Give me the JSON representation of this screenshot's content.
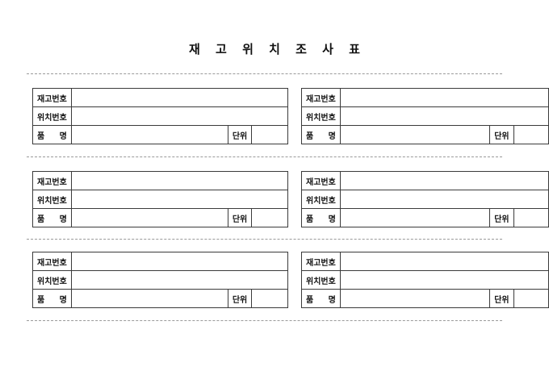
{
  "document": {
    "title": "재 고 위 치 조 사 표",
    "page_background": "#ffffff",
    "border_color": "#3b3b3b",
    "separator_color": "#9a9a9a"
  },
  "labels": {
    "stock_number": "재고번호",
    "location_number": "위치번호",
    "item_name": "품  명",
    "unit": "단위"
  },
  "records": [
    {
      "id": "record-1-left",
      "stock_number_value": "",
      "location_number_value": "",
      "item_name_value": "",
      "unit_value": ""
    },
    {
      "id": "record-1-right",
      "stock_number_value": "",
      "location_number_value": "",
      "item_name_value": "",
      "unit_value": ""
    },
    {
      "id": "record-2-left",
      "stock_number_value": "",
      "location_number_value": "",
      "item_name_value": "",
      "unit_value": ""
    },
    {
      "id": "record-2-right",
      "stock_number_value": "",
      "location_number_value": "",
      "item_name_value": "",
      "unit_value": ""
    },
    {
      "id": "record-3-left",
      "stock_number_value": "",
      "location_number_value": "",
      "item_name_value": "",
      "unit_value": ""
    },
    {
      "id": "record-3-right",
      "stock_number_value": "",
      "location_number_value": "",
      "item_name_value": "",
      "unit_value": ""
    }
  ],
  "separators": [
    {
      "id": "separator-1"
    },
    {
      "id": "separator-2"
    },
    {
      "id": "separator-3"
    },
    {
      "id": "separator-4"
    }
  ]
}
